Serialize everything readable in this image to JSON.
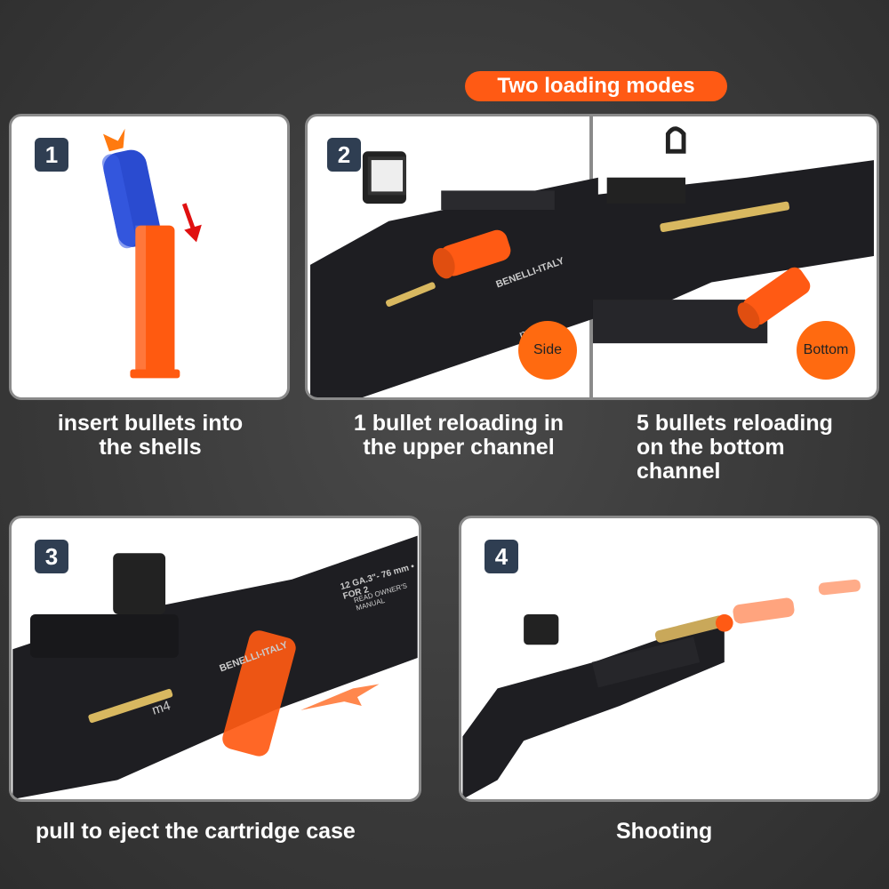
{
  "header": {
    "title": "Two loading modes"
  },
  "steps": [
    {
      "number": "1",
      "caption_lines": [
        "insert bullets into",
        "the shells"
      ]
    },
    {
      "number": "2",
      "badge": "Side",
      "caption_lines": [
        "1 bullet reloading in",
        "the upper channel"
      ]
    },
    {
      "badge": "Bottom",
      "caption_lines": [
        "5 bullets reloading",
        "on the bottom",
        "channel"
      ]
    },
    {
      "number": "3",
      "caption": "pull to eject the cartridge case"
    },
    {
      "number": "4",
      "caption": "Shooting"
    }
  ],
  "engravings": {
    "model": "m4",
    "brand": "BENELLI-ITALY",
    "gauge_text": "12 GA.3\"- 76 mm • FOR 2",
    "manual_text": "READ OWNER'S MANUAL"
  },
  "colors": {
    "accent": "#ff5a14",
    "step_badge": "#2f3e52",
    "dart_blue": "#1f3fb0",
    "shell": "#ff5a14",
    "brass": "#d8b860"
  }
}
